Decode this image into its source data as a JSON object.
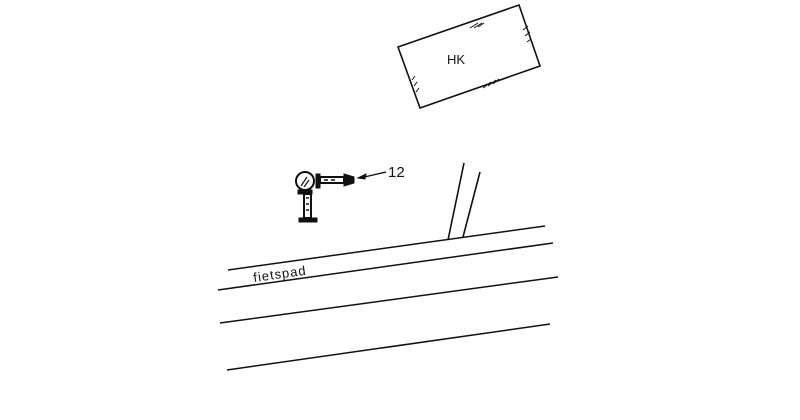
{
  "labels": {
    "building": "HK",
    "reference_number": "12",
    "path_label": "fietspad"
  },
  "colors": {
    "ink": "#111111",
    "background": "#ffffff"
  }
}
